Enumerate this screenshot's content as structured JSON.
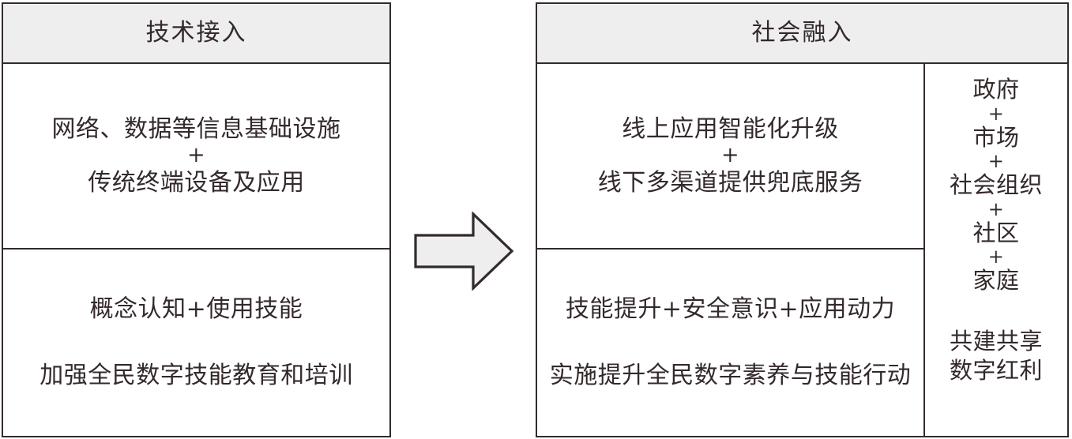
{
  "diagram": {
    "title_flow": "technology-access-to-social-inclusion",
    "colors": {
      "border": "#332B2B",
      "header_fill": "#EEEEEE",
      "arrow_fill": "#EEEEEE",
      "text": "#33292A",
      "page_background": "#FFFFFF"
    }
  },
  "left_panel": {
    "header": "技术接入",
    "upper_cell": {
      "lines": [
        "网络、数据等信息基础设施",
        "+",
        "传统终端设备及应用"
      ]
    },
    "lower_cell": {
      "lines": [
        "概念认知+使用技能",
        "加强全民数字技能教育和培训"
      ]
    }
  },
  "arrow": {
    "icon": "right-block-arrow-icon",
    "direction": "right"
  },
  "right_panel": {
    "header": "社会融入",
    "upper_cell": {
      "lines": [
        "线上应用智能化升级",
        "+",
        "线下多渠道提供兜底服务"
      ]
    },
    "lower_cell": {
      "lines": [
        "技能提升+安全意识+应用动力",
        "实施提升全民数字素养与技能行动"
      ]
    },
    "side_column": {
      "stack": [
        "政府",
        "+",
        "市场",
        "+",
        "社会组织",
        "+",
        "社区",
        "+",
        "家庭"
      ],
      "tagline": [
        "共建共享",
        "数字红利"
      ]
    }
  }
}
